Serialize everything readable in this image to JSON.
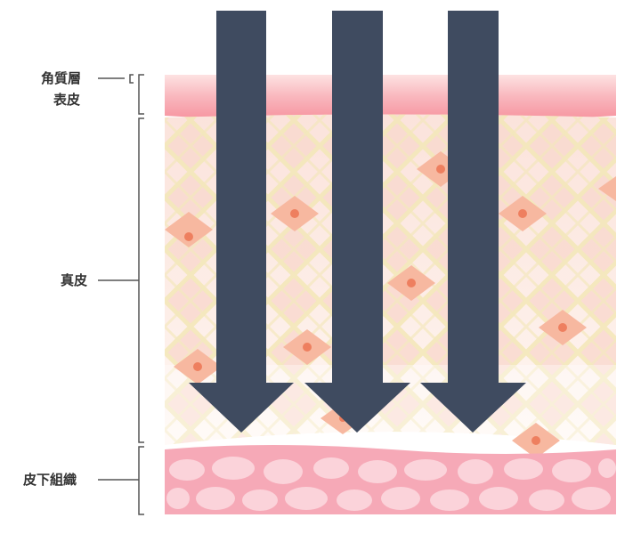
{
  "labels": {
    "stratum_corneum": "角質層",
    "epidermis": "表皮",
    "dermis": "真皮",
    "subcutaneous": "皮下組織"
  },
  "arrows": {
    "count": 3,
    "color": "#3f4b60"
  },
  "colors": {
    "epidermis_top": "#f8b5bb",
    "epidermis_bottom": "#fb9aa6",
    "dermis_bg": "#fdeee8",
    "dermis_fibers": "#f5e9b8",
    "dermis_cell_outer": "#f7b8a0",
    "dermis_cell_inner": "#ee7f5f",
    "subcutaneous_bg": "#f6a9b7",
    "fat_cells": "#fbd3da",
    "bracket": "#555555",
    "label_text": "#333333"
  }
}
